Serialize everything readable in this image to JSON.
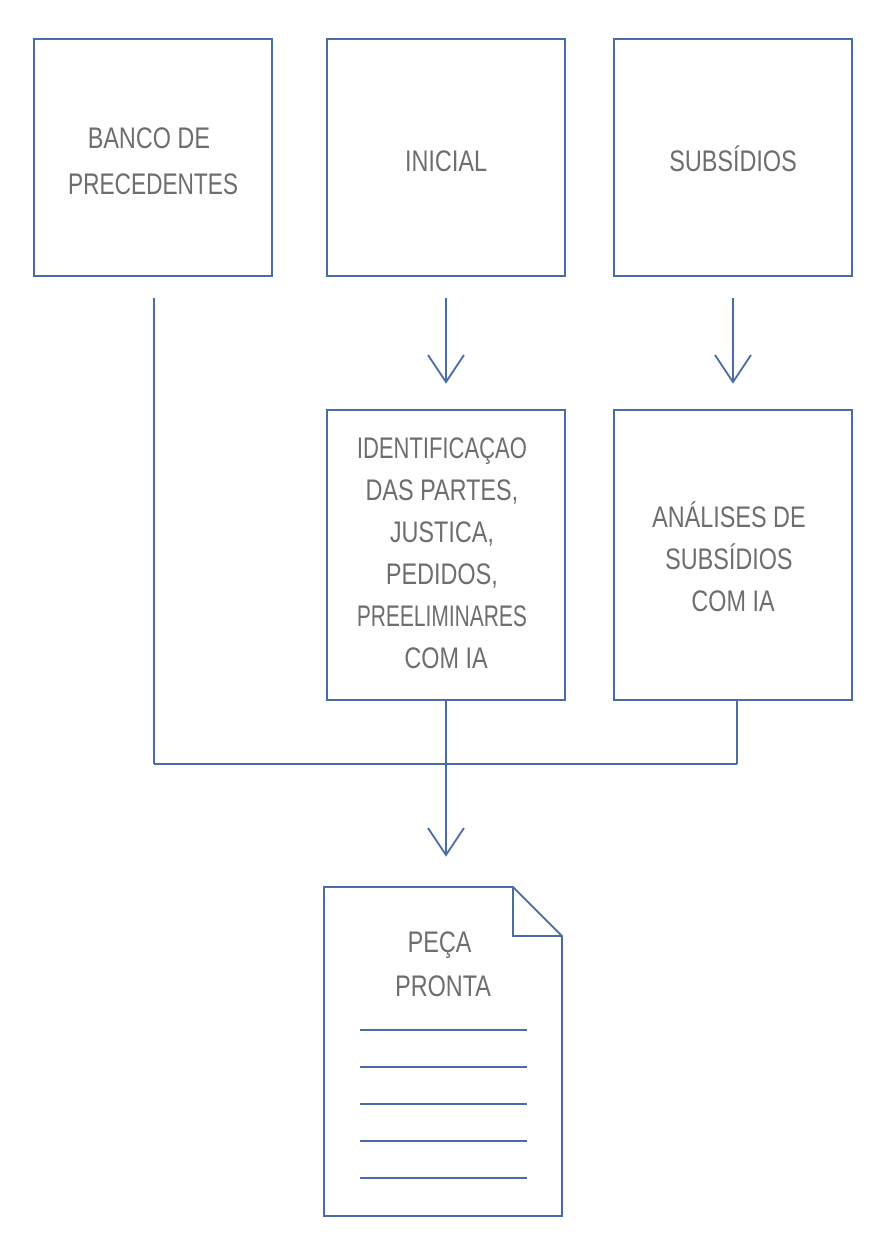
{
  "colors": {
    "stroke": "#4a6aa8",
    "text": "#6e6e6e",
    "background": "#ffffff"
  },
  "nodes": {
    "banco": {
      "lines": [
        "BANCO DE",
        "PRECEDENTES"
      ]
    },
    "inicial": {
      "lines": [
        "INICIAL"
      ]
    },
    "subsidios": {
      "lines": [
        "SUBSÍDIOS"
      ]
    },
    "identificacao": {
      "lines": [
        "IDENTIFICAÇAO",
        "DAS PARTES,",
        "JUSTICA,",
        "PEDIDOS,",
        "PREELIMINARES",
        "COM IA"
      ]
    },
    "analises": {
      "lines": [
        "ANÁLISES DE",
        "SUBSÍDIOS",
        "COM IA"
      ]
    },
    "peca": {
      "lines": [
        "PEÇA",
        "PRONTA"
      ],
      "icon": "document-icon"
    }
  }
}
